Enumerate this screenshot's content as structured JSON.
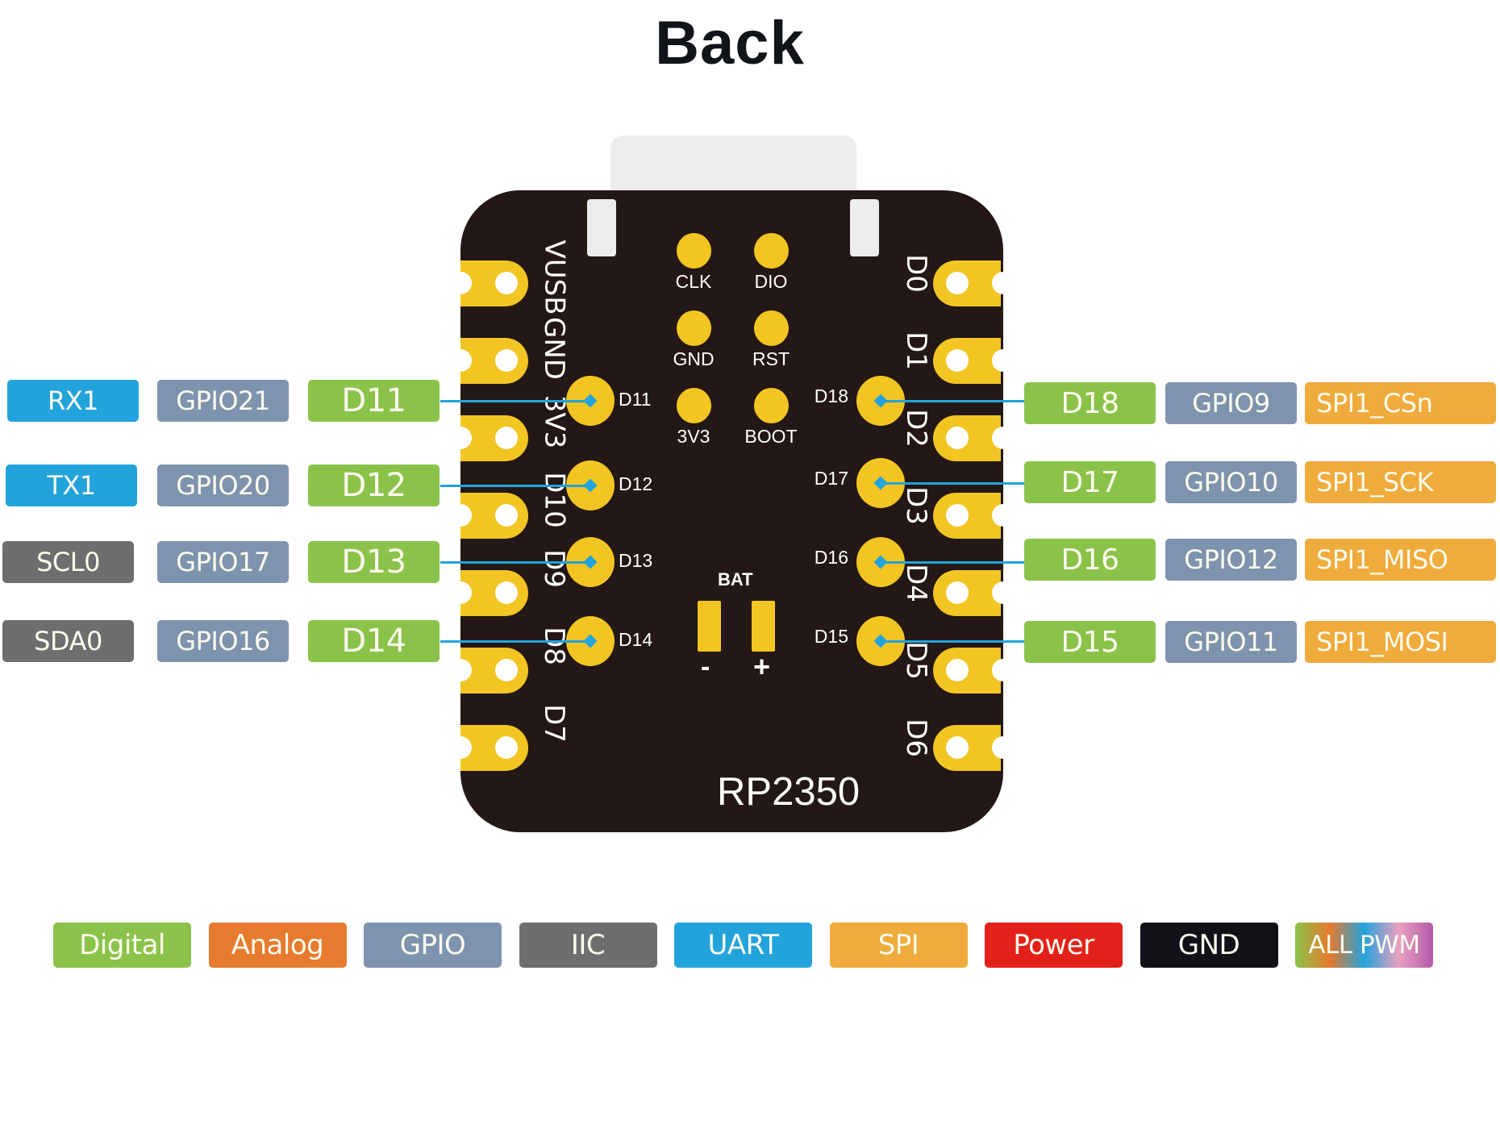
{
  "title": "Back",
  "colors": {
    "digital": "#8bc34a",
    "analog": "#e67a2e",
    "gpio": "#7e93ad",
    "iic": "#6e6e6e",
    "uart": "#22a3dc",
    "spi": "#efab3b",
    "power": "#e3211b",
    "gnd": "#111217",
    "pwm_gradient": [
      "#8bc34a",
      "#e67a2e",
      "#22a3dc",
      "#e9a1c1",
      "#b15aa8"
    ],
    "board": "#231815",
    "pad": "#f2c523",
    "wire": "#22a3dc"
  },
  "board": {
    "chip_label": "RP2350",
    "bat_label": "BAT",
    "bat_minus": "-",
    "bat_plus": "+",
    "left_edge_pins": [
      "VUSB",
      "GND",
      "3V3",
      "D10",
      "D9",
      "D8",
      "D7"
    ],
    "right_edge_pins": [
      "D0",
      "D1",
      "D2",
      "D3",
      "D4",
      "D5",
      "D6"
    ],
    "debug_pads": [
      {
        "label": "CLK"
      },
      {
        "label": "DIO"
      },
      {
        "label": "GND"
      },
      {
        "label": "RST"
      },
      {
        "label": "3V3"
      },
      {
        "label": "BOOT"
      }
    ],
    "left_inner_pads": [
      "D11",
      "D12",
      "D13",
      "D14"
    ],
    "right_inner_pads": [
      "D18",
      "D17",
      "D16",
      "D15"
    ]
  },
  "left_pins": [
    {
      "func": "RX1",
      "func_type": "uart",
      "gpio": "GPIO21",
      "pin": "D11"
    },
    {
      "func": "TX1",
      "func_type": "uart",
      "gpio": "GPIO20",
      "pin": "D12"
    },
    {
      "func": "SCL0",
      "func_type": "iic",
      "gpio": "GPIO17",
      "pin": "D13"
    },
    {
      "func": "SDA0",
      "func_type": "iic",
      "gpio": "GPIO16",
      "pin": "D14"
    }
  ],
  "right_pins": [
    {
      "pin": "D18",
      "gpio": "GPIO9",
      "func": "SPI1_CSn",
      "func_type": "spi"
    },
    {
      "pin": "D17",
      "gpio": "GPIO10",
      "func": "SPI1_SCK",
      "func_type": "spi"
    },
    {
      "pin": "D16",
      "gpio": "GPIO12",
      "func": "SPI1_MISO",
      "func_type": "spi"
    },
    {
      "pin": "D15",
      "gpio": "GPIO11",
      "func": "SPI1_MOSI",
      "func_type": "spi"
    }
  ],
  "legend": [
    {
      "label": "Digital",
      "type": "digital"
    },
    {
      "label": "Analog",
      "type": "analog"
    },
    {
      "label": "GPIO",
      "type": "gpio"
    },
    {
      "label": "IIC",
      "type": "iic"
    },
    {
      "label": "UART",
      "type": "uart"
    },
    {
      "label": "SPI",
      "type": "spi"
    },
    {
      "label": "Power",
      "type": "power"
    },
    {
      "label": "GND",
      "type": "gnd"
    },
    {
      "label": "ALL PWM",
      "type": "pwm"
    }
  ]
}
